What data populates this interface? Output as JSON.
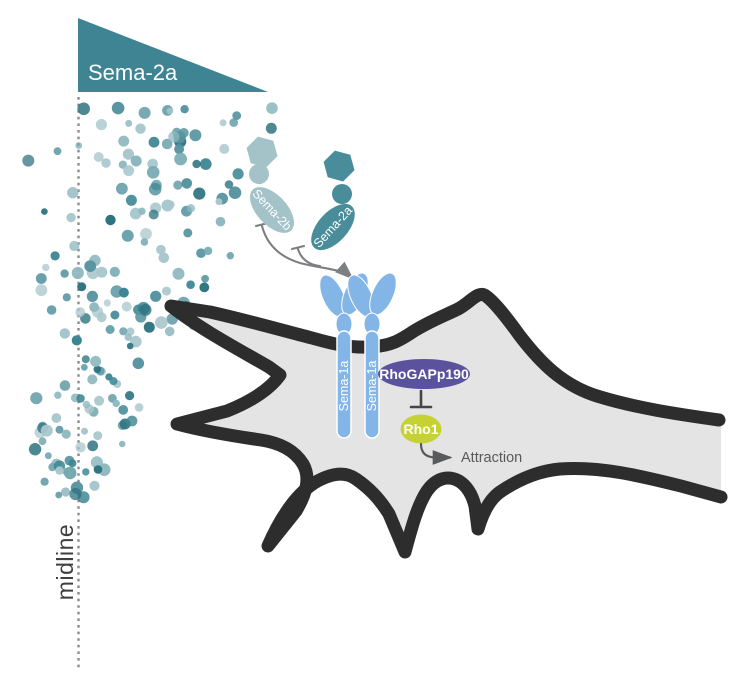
{
  "gradient_wedge": {
    "label": "Sema-2a",
    "color": "#3e8493"
  },
  "midline": {
    "label": "midline",
    "line_color": "#8b8b8b",
    "text_color": "#3f3f3f"
  },
  "dot_field": {
    "count": 190,
    "seed": 7,
    "palette": [
      "#a9c7cc",
      "#8fb8bf",
      "#74a7b0",
      "#5795a1",
      "#3d8593",
      "#2e7380"
    ]
  },
  "ligands": [
    {
      "label": "Sema-2b",
      "color": "#a4c3c9"
    },
    {
      "label": "Sema-2a",
      "color": "#4a8d9a"
    }
  ],
  "receptor": {
    "label": "Sema-1a",
    "units": 2,
    "color": "#84b5e7"
  },
  "cell": {
    "fill": "#e4e4e5",
    "membrane": "#2d2d2d"
  },
  "arrows": {
    "ligand_arrow_color": "#7d7f82"
  },
  "signaling": {
    "node1": {
      "label": "RhoGAPp190",
      "color": "#5b529e"
    },
    "edge1": {
      "type": "inhibition",
      "color": "#454545"
    },
    "node2": {
      "label": "Rho1",
      "color": "#c6d231"
    },
    "edge2": {
      "type": "activation",
      "color": "#595a5c"
    },
    "outcome": {
      "label": "Attraction",
      "color": "#58595b"
    }
  }
}
